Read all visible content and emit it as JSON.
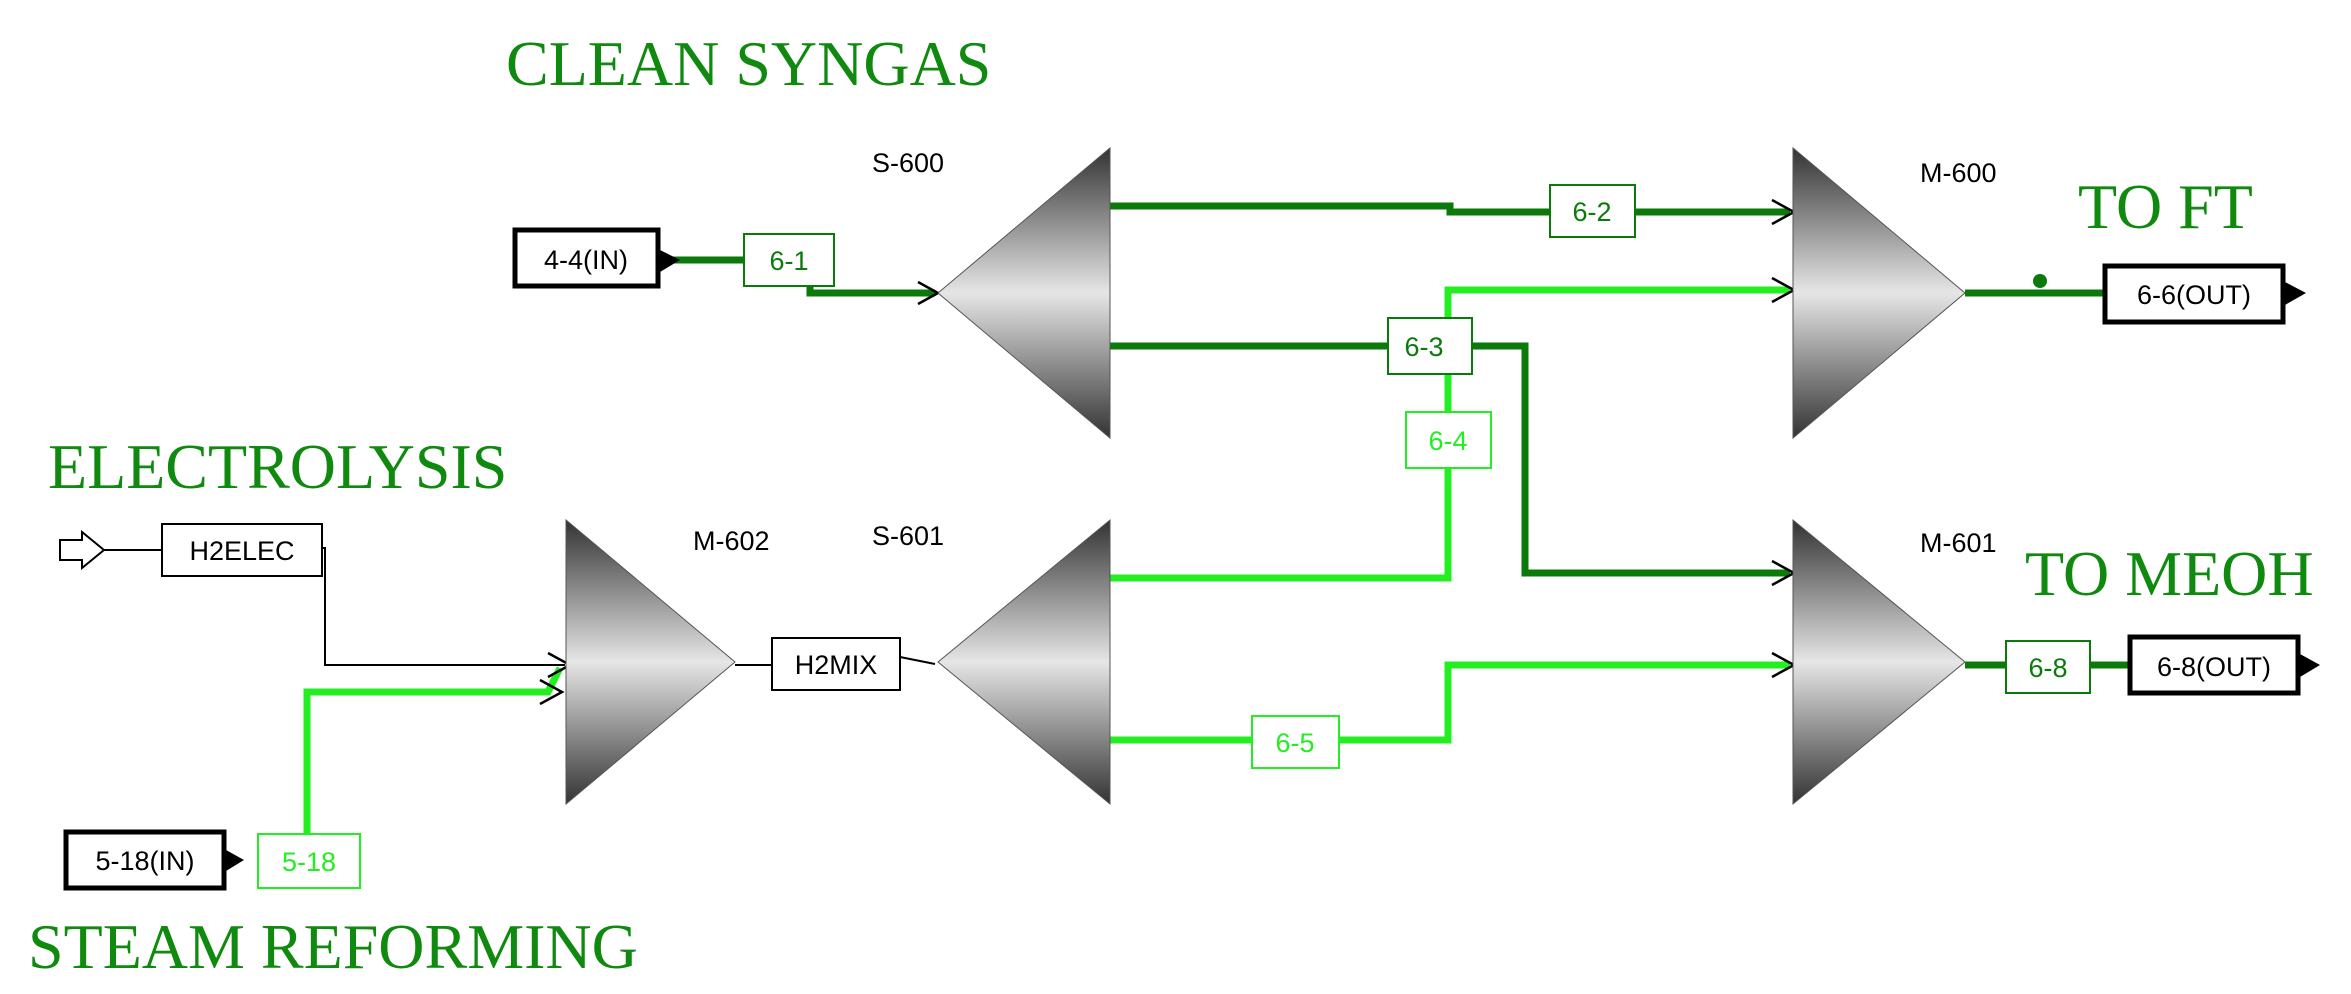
{
  "colors": {
    "dark_stream": "#0b7a0b",
    "light_stream": "#22ee22",
    "thin_stream": "#000000",
    "section_label": "#0f8a0f",
    "block_gradient_dark": "#333333",
    "block_gradient_light": "#e6e6e6",
    "background": "#ffffff"
  },
  "section_labels": {
    "clean_syngas": "CLEAN SYNGAS",
    "electrolysis": "ELECTROLYSIS",
    "steam_reforming": "STEAM REFORMING",
    "to_ft": "TO FT",
    "to_meoh": "TO MEOH"
  },
  "blocks": {
    "s600": "S-600",
    "m600": "M-600",
    "m602": "M-602",
    "s601": "S-601",
    "m601": "M-601"
  },
  "ports": {
    "in_4_4": "4-4(IN)",
    "in_5_18": "5-18(IN)",
    "out_6_6": "6-6(OUT)",
    "out_6_8": "6-8(OUT)"
  },
  "streams": {
    "s6_1": "6-1",
    "s6_2": "6-2",
    "s6_3": "6-3",
    "s6_4": "6-4",
    "s6_5": "6-5",
    "s6_8": "6-8",
    "s5_18": "5-18",
    "h2elec": "H2ELEC",
    "h2mix": "H2MIX"
  }
}
